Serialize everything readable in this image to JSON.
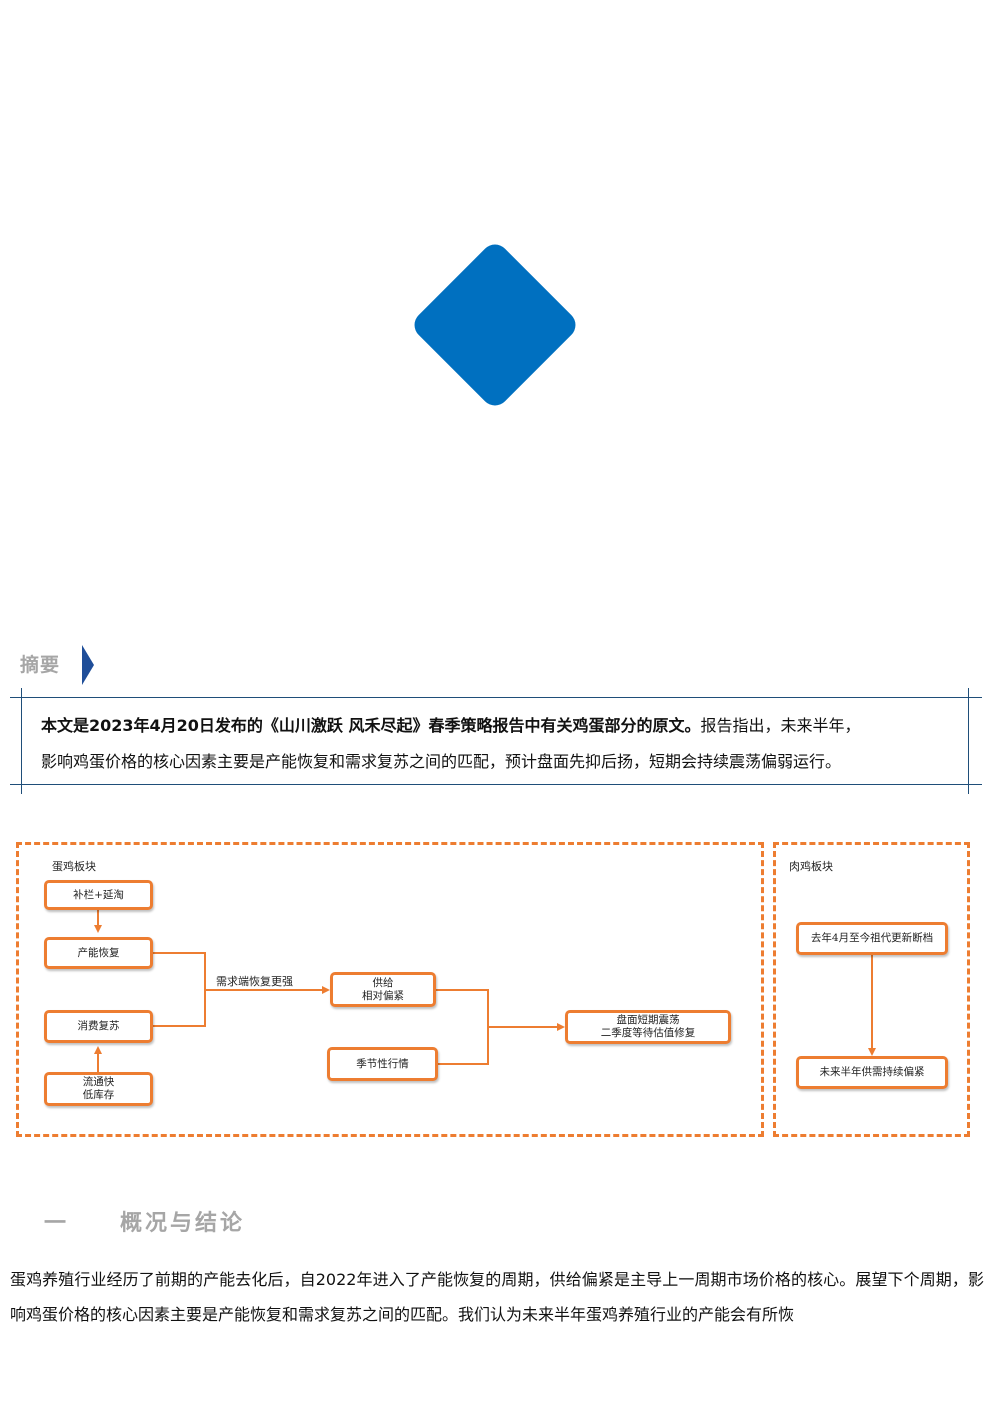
{
  "logo": {
    "shape": "diamond",
    "color": "#0070C0"
  },
  "abstract": {
    "heading": "摘要",
    "bold_text": "本文是2023年4月20日发布的《山川激跃 风禾尽起》春季策略报告中有关鸡蛋部分的原文。",
    "line1_rest": "报告指出，未来半年，",
    "line2": "影响鸡蛋价格的核心因素主要是产能恢复和需求复苏之间的匹配，预计盘面先抑后扬，短期会持续震荡偏弱运行。"
  },
  "diagram": {
    "accent_color": "#ED7D31",
    "egg_panel": {
      "label": "蛋鸡板块",
      "nodes": {
        "buchan": "补栏+延淘",
        "capacity": "产能恢复",
        "consumption": "消费复苏",
        "inventory": "流通快\n低库存",
        "supply": "供给\n相对偏紧",
        "seasonal": "季节性行情",
        "result": "盘面短期震荡\n二季度等待估值修复"
      },
      "edge_label": "需求端恢复更强"
    },
    "broiler_panel": {
      "label": "肉鸡板块",
      "nodes": {
        "top": "去年4月至今祖代更新断档",
        "bottom": "未来半年供需持续偏紧"
      }
    }
  },
  "section": {
    "number": "一",
    "title": "概况与结论"
  },
  "body": {
    "paragraph": "蛋鸡养殖行业经历了前期的产能去化后，自2022年进入了产能恢复的周期，供给偏紧是主导上一周期市场价格的核心。展望下个周期，影响鸡蛋价格的核心因素主要是产能恢复和需求复苏之间的匹配。我们认为未来半年蛋鸡养殖行业的产能会有所恢"
  }
}
